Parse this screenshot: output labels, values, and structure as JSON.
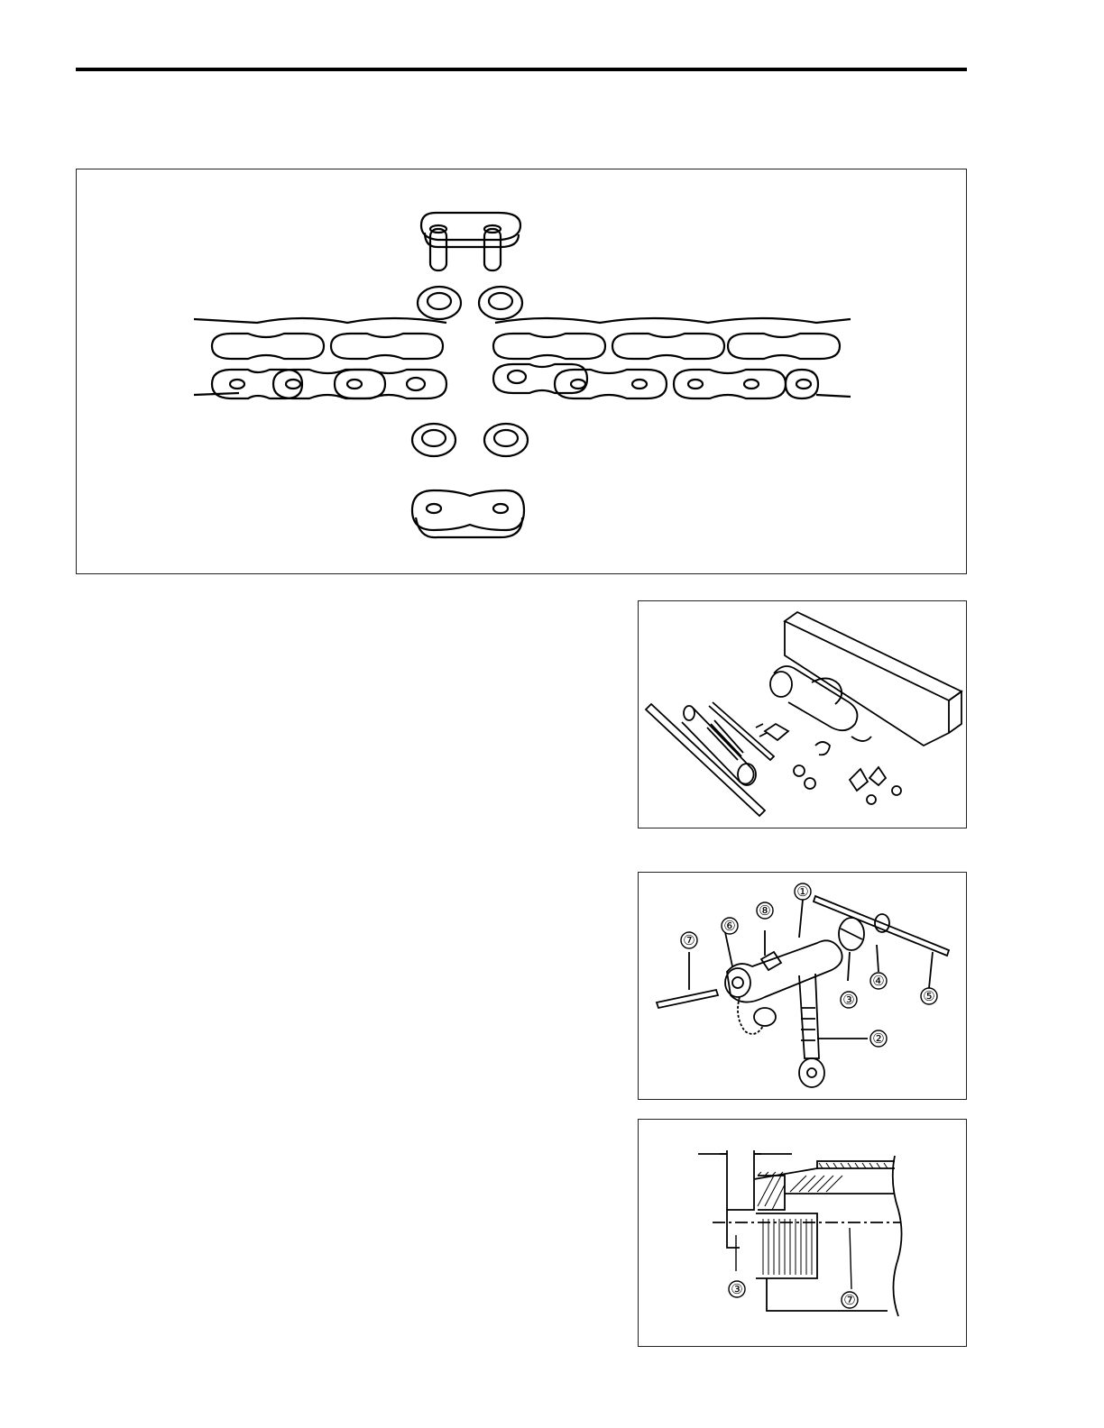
{
  "page": {
    "figures": [
      {
        "id": "chain-joint",
        "callouts": []
      },
      {
        "id": "chain-tool-kit",
        "callouts": []
      },
      {
        "id": "chain-tool-assembled",
        "callouts": [
          "①",
          "②",
          "③",
          "④",
          "⑤",
          "⑥",
          "⑦",
          "⑧"
        ]
      },
      {
        "id": "tool-cross-section",
        "callouts": [
          "③",
          "⑦"
        ]
      }
    ]
  },
  "colors": {
    "ink": "#000000",
    "paper": "#ffffff"
  }
}
